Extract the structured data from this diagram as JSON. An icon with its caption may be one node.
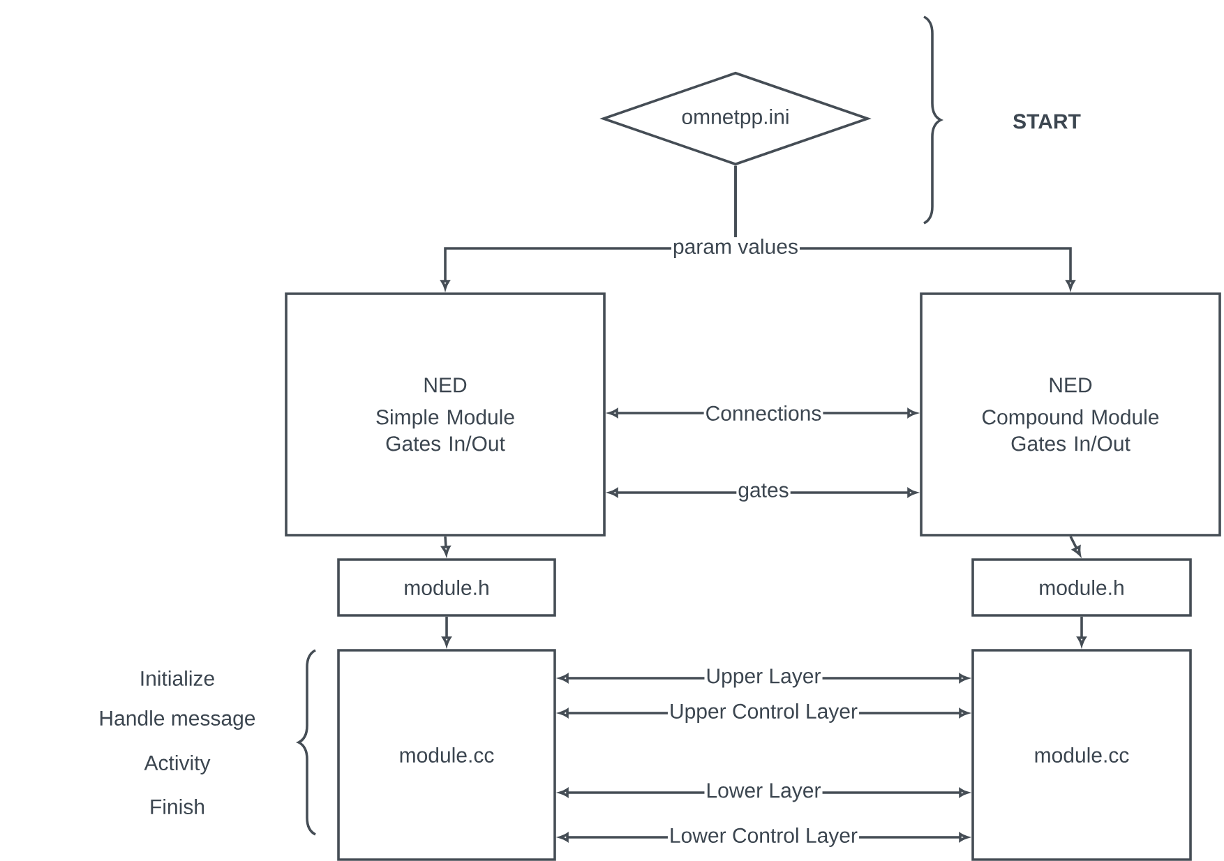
{
  "diagram": {
    "nodes": [
      {
        "text": [
          "omnetpp.ini"
        ]
      },
      {
        "text": [
          "NED",
          "Simple Module Gates In/Out"
        ]
      },
      {
        "text": [
          "NED",
          "Compound Module Gates In/Out"
        ]
      },
      {
        "text": [
          "module.h"
        ]
      },
      {
        "text": [
          "module.h"
        ]
      },
      {
        "text": [
          "module.cc"
        ]
      },
      {
        "text": [
          "module.cc"
        ]
      }
    ],
    "edges": [
      {
        "from": 0,
        "to": 1,
        "arrow": "to",
        "label": "param values"
      },
      {
        "from": 0,
        "to": 2,
        "arrow": "to"
      },
      {
        "from": 1,
        "to": 2,
        "arrow": "both",
        "label": "Connections"
      },
      {
        "from": 1,
        "to": 2,
        "arrow": "both",
        "label": "gates"
      },
      {
        "from": 1,
        "to": 3,
        "arrow": "to"
      },
      {
        "from": 2,
        "to": 4,
        "arrow": "to"
      },
      {
        "from": 3,
        "to": 5,
        "arrow": "to"
      },
      {
        "from": 4,
        "to": 6,
        "arrow": "to"
      },
      {
        "from": 5,
        "to": 6,
        "arrow": "both",
        "label": "Upper Layer"
      },
      {
        "from": 5,
        "to": 6,
        "arrow": "both",
        "label": "Upper Control Layer"
      },
      {
        "from": 5,
        "to": 6,
        "arrow": "both",
        "label": "Lower Layer"
      },
      {
        "from": 5,
        "to": 6,
        "arrow": "both",
        "label": "Lower Control Layer"
      }
    ],
    "labels": [
      "START",
      "Initialize",
      "Handle message",
      "Activity",
      "Finish"
    ]
  }
}
